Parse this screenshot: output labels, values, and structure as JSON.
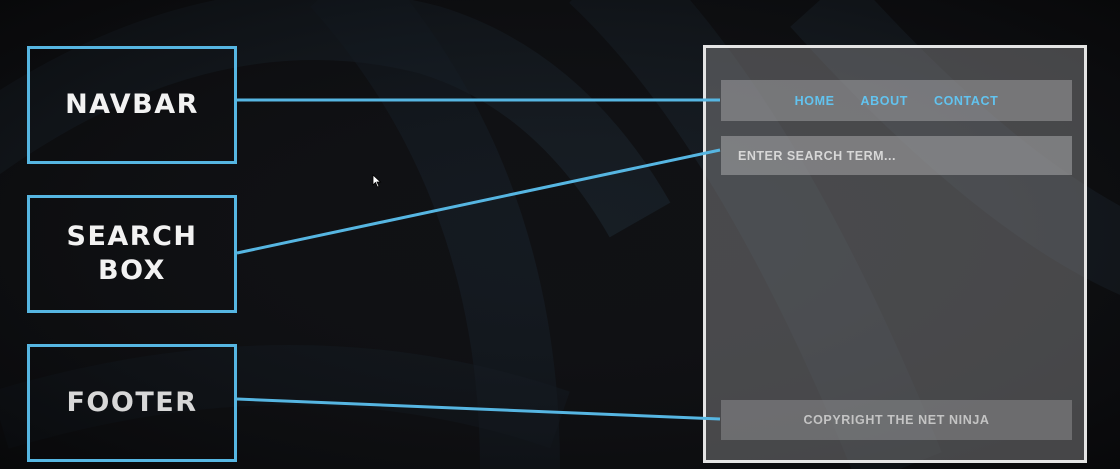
{
  "labels": {
    "navbar": "NAVBAR",
    "search_box": "SEARCH\nBOX",
    "footer": "FOOTER"
  },
  "mock_page": {
    "nav_links": [
      "HOME",
      "ABOUT",
      "CONTACT"
    ],
    "search_placeholder": "ENTER SEARCH TERM...",
    "footer_text": "COPYRIGHT THE NET NINJA"
  },
  "colors": {
    "accent": "#56b6e2",
    "nav_link": "#62c3ef",
    "background": "#101114",
    "mock_border": "#e4e4e4"
  },
  "icons": [
    "mouse-cursor-icon"
  ]
}
